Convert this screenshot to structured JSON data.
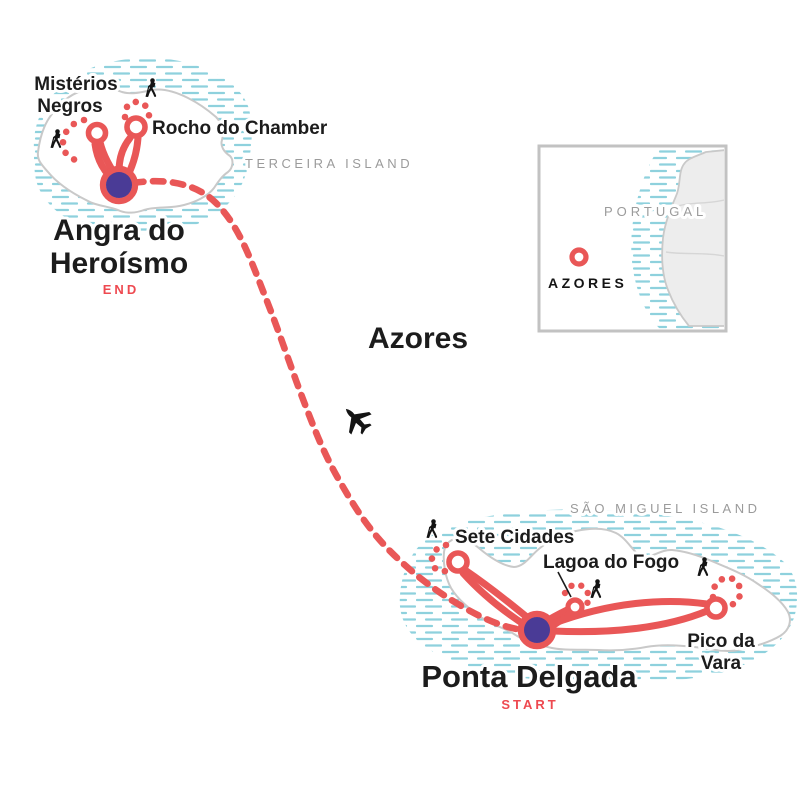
{
  "map_title": "Azores",
  "terceira": {
    "island_label": "TERCEIRA ISLAND",
    "city": {
      "line1": "Angra do",
      "line2": "Heroísmo",
      "tag": "END"
    },
    "pois": {
      "misterios": {
        "line1": "Mistérios",
        "line2": "Negros"
      },
      "rocho": {
        "name": "Rocho do Chamber"
      }
    }
  },
  "sao_miguel": {
    "island_label": "SÃO MIGUEL ISLAND",
    "city": {
      "name": "Ponta Delgada",
      "tag": "START"
    },
    "pois": {
      "sete": {
        "name": "Sete Cidades"
      },
      "lagoa": {
        "name": "Lagoa do Fogo"
      },
      "pico": {
        "line1": "Pico da",
        "line2": "Vara"
      }
    }
  },
  "inset": {
    "country": "PORTUGAL",
    "region": "AZORES"
  },
  "colors": {
    "route_red": "#e95757",
    "accent_red_text": "#ee4950",
    "hub_purple": "#4a3b96",
    "sea_teal": "#8ed1dd",
    "coast_gray": "#c9c9c9",
    "label_gray": "#9b9b9b",
    "text_black": "#1c1c1c"
  }
}
